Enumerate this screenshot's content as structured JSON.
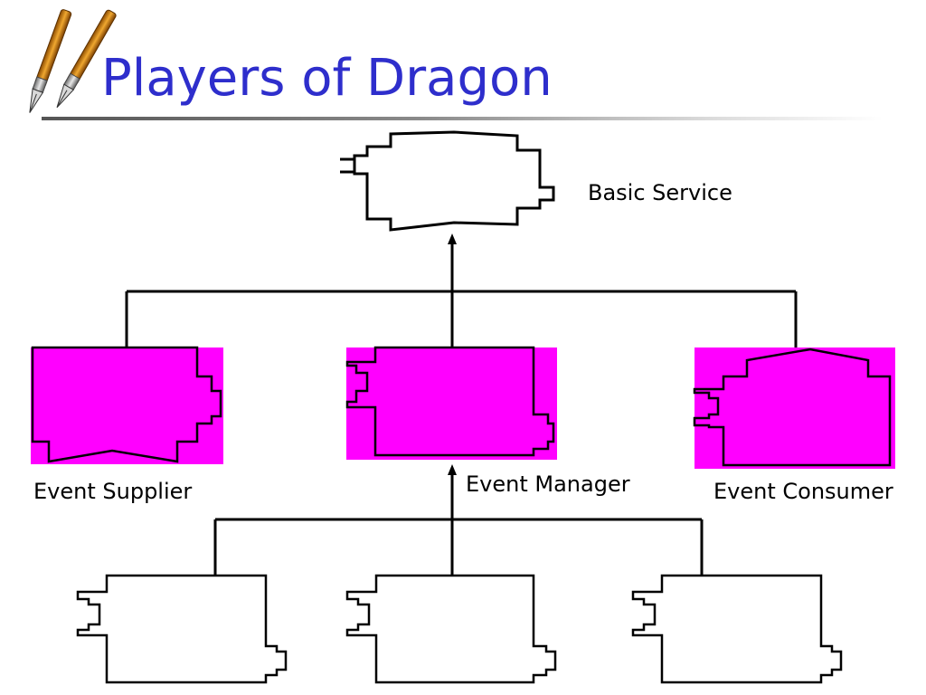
{
  "slide": {
    "title": "Players of Dragon"
  },
  "labels": {
    "basic_service": "Basic Service",
    "event_supplier": "Event Supplier",
    "event_manager": "Event Manager",
    "event_consumer": "Event Consumer"
  },
  "icons": {
    "decoration": "pens-icon"
  },
  "colors": {
    "title": "#2E2ECC",
    "highlight": "#FF00FF",
    "stroke": "#000000"
  }
}
